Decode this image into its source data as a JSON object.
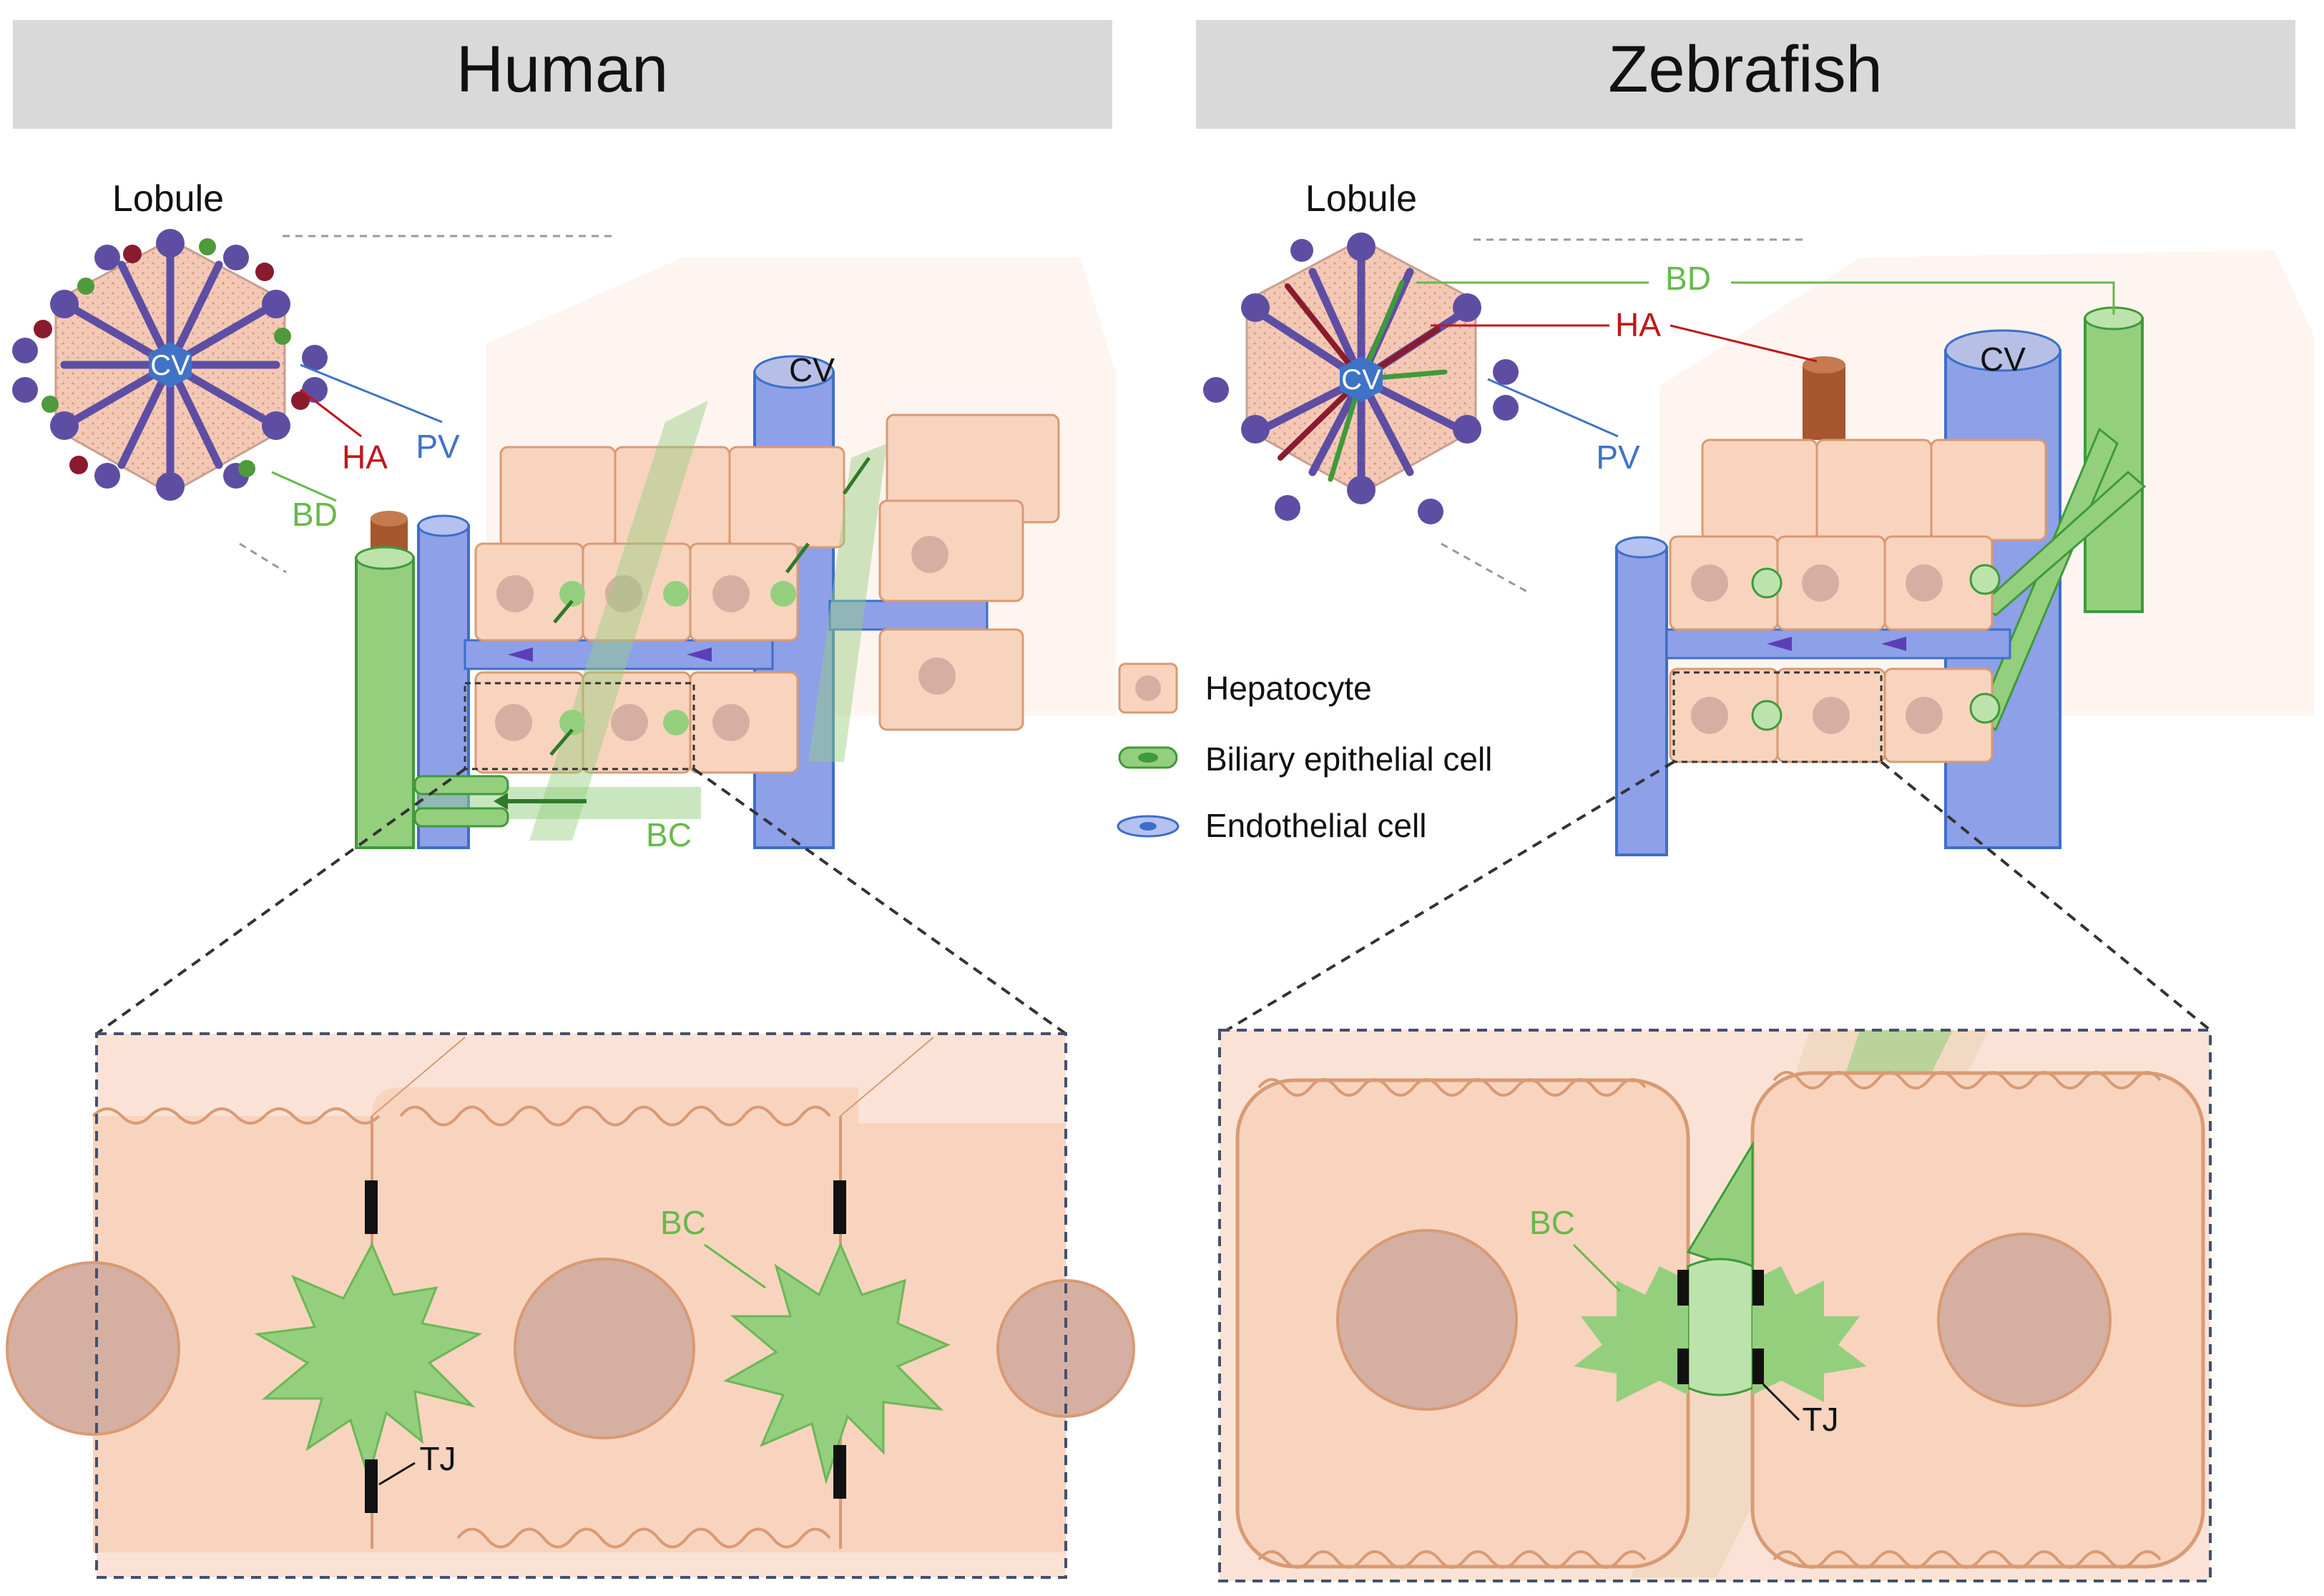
{
  "panels": {
    "human": {
      "title": "Human"
    },
    "zebrafish": {
      "title": "Zebrafish"
    }
  },
  "labels": {
    "lobule": "Lobule",
    "cv": "CV",
    "ha": "HA",
    "pv": "PV",
    "bd": "BD",
    "bc": "BC",
    "tj": "TJ"
  },
  "legend": {
    "hepatocyte": "Hepatocyte",
    "biliary": "Biliary epithelial cell",
    "endothelial": "Endothelial cell"
  },
  "colors": {
    "header_bg": "#d9d9d9",
    "hepatocyte": "#f8d4be",
    "hepatocyte_stroke": "#d99a74",
    "nucleus": "#d5b0a2",
    "bile": "#94cf7e",
    "bile_dark": "#3f9a3a",
    "vessel_blue": "#8ea0e8",
    "vessel_stroke": "#3c6fc7",
    "artery": "#a6572e",
    "label_green": "#67b94c",
    "label_red": "#c0161b",
    "label_blue": "#3f73c6",
    "lobule_purple": "#5e4ea3",
    "lobule_dark_red": "#8a1b2e"
  }
}
